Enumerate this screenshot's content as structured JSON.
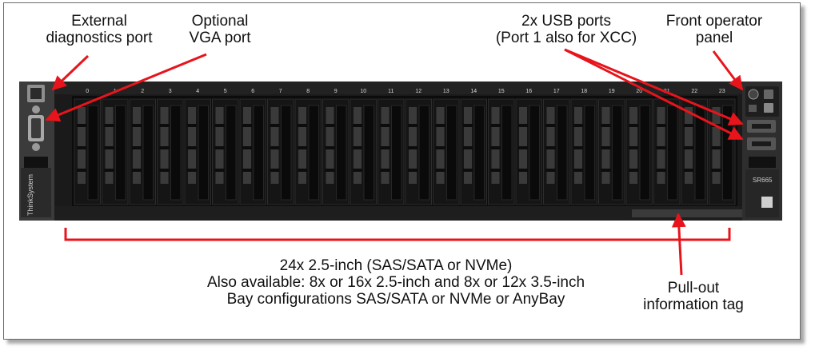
{
  "labels": {
    "external_diag": [
      "External",
      "diagnostics port"
    ],
    "vga": [
      "Optional",
      "VGA port"
    ],
    "usb": [
      "2x USB ports",
      "(Port 1 also for XCC)"
    ],
    "operator_panel": [
      "Front operator",
      "panel"
    ],
    "drives": [
      "24x 2.5-inch (SAS/SATA or NVMe)",
      "Also available: 8x or 16x 2.5-inch and 8x or 12x 3.5-inch",
      "Bay configurations SAS/SATA or NVMe or AnyBay"
    ],
    "pullout": [
      "Pull-out",
      "information tag"
    ]
  },
  "server": {
    "brand_text": "ThinkSystem",
    "model_text": "SR665",
    "bay_numbers": [
      "0",
      "1",
      "2",
      "3",
      "4",
      "5",
      "6",
      "7",
      "8",
      "9",
      "10",
      "11",
      "12",
      "13",
      "14",
      "15",
      "16",
      "17",
      "18",
      "19",
      "20",
      "21",
      "22",
      "23"
    ]
  },
  "colors": {
    "annotation": "#e8141c",
    "chassis": "#1c1c1c",
    "bay": "#0d0d0d",
    "ear": "#3a3a3a"
  }
}
